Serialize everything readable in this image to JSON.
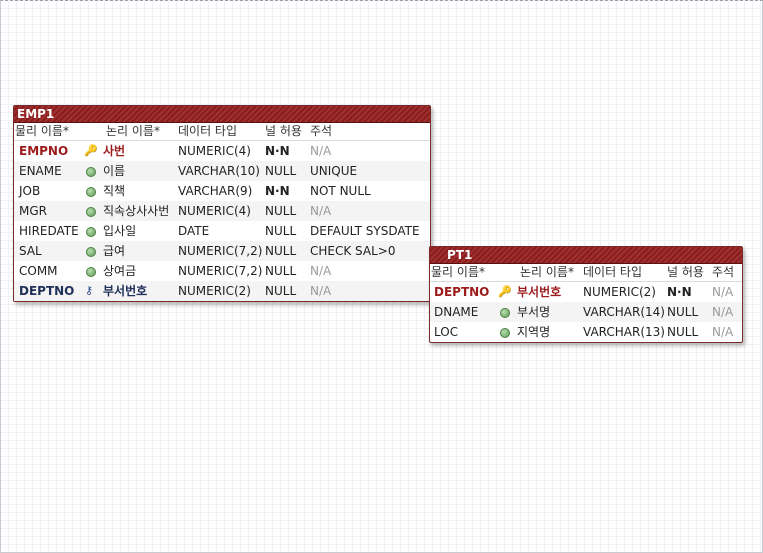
{
  "colors": {
    "title_bar": "#8e1b1b",
    "pk_text": "#9c1b1b",
    "fk_text": "#21305a",
    "na_text": "#9a9a9a"
  },
  "emp": {
    "title": "EMP1",
    "headers": {
      "physical": "물리 이름*",
      "logical": "논리 이름*",
      "datatype": "데이터 타입",
      "nullable": "널 허용",
      "comment": "주석"
    },
    "rows": [
      {
        "physical": "EMPNO",
        "icon": "primary-key-icon",
        "logical": "사번",
        "datatype": "NUMERIC(4)",
        "nullable": "N·N",
        "comment": "N/A"
      },
      {
        "physical": "ENAME",
        "icon": "attribute-icon",
        "logical": "이름",
        "datatype": "VARCHAR(10)",
        "nullable": "NULL",
        "comment": "UNIQUE"
      },
      {
        "physical": "JOB",
        "icon": "attribute-icon",
        "logical": "직책",
        "datatype": "VARCHAR(9)",
        "nullable": "N·N",
        "comment": "NOT NULL"
      },
      {
        "physical": "MGR",
        "icon": "attribute-icon",
        "logical": "직속상사사번",
        "datatype": "NUMERIC(4)",
        "nullable": "NULL",
        "comment": "N/A"
      },
      {
        "physical": "HIREDATE",
        "icon": "attribute-icon",
        "logical": "입사일",
        "datatype": "DATE",
        "nullable": "NULL",
        "comment": "DEFAULT SYSDATE"
      },
      {
        "physical": "SAL",
        "icon": "attribute-icon",
        "logical": "급여",
        "datatype": "NUMERIC(7,2)",
        "nullable": "NULL",
        "comment": "CHECK SAL>0"
      },
      {
        "physical": "COMM",
        "icon": "attribute-icon",
        "logical": "상여금",
        "datatype": "NUMERIC(7,2)",
        "nullable": "NULL",
        "comment": "N/A"
      },
      {
        "physical": "DEPTNO",
        "icon": "foreign-key-icon",
        "logical": "부서번호",
        "datatype": "NUMERIC(2)",
        "nullable": "NULL",
        "comment": "N/A"
      }
    ]
  },
  "dept": {
    "title": "PT1",
    "headers": {
      "physical": "물리 이름*",
      "logical": "논리 이름*",
      "datatype": "데이터 타입",
      "nullable": "널 허용",
      "comment": "주석"
    },
    "rows": [
      {
        "physical": "DEPTNO",
        "icon": "primary-key-icon",
        "logical": "부서번호",
        "datatype": "NUMERIC(2)",
        "nullable": "N·N",
        "comment": "N/A"
      },
      {
        "physical": "DNAME",
        "icon": "attribute-icon",
        "logical": "부서명",
        "datatype": "VARCHAR(14)",
        "nullable": "NULL",
        "comment": "N/A"
      },
      {
        "physical": "LOC",
        "icon": "attribute-icon",
        "logical": "지역명",
        "datatype": "VARCHAR(13)",
        "nullable": "NULL",
        "comment": "N/A"
      }
    ]
  }
}
